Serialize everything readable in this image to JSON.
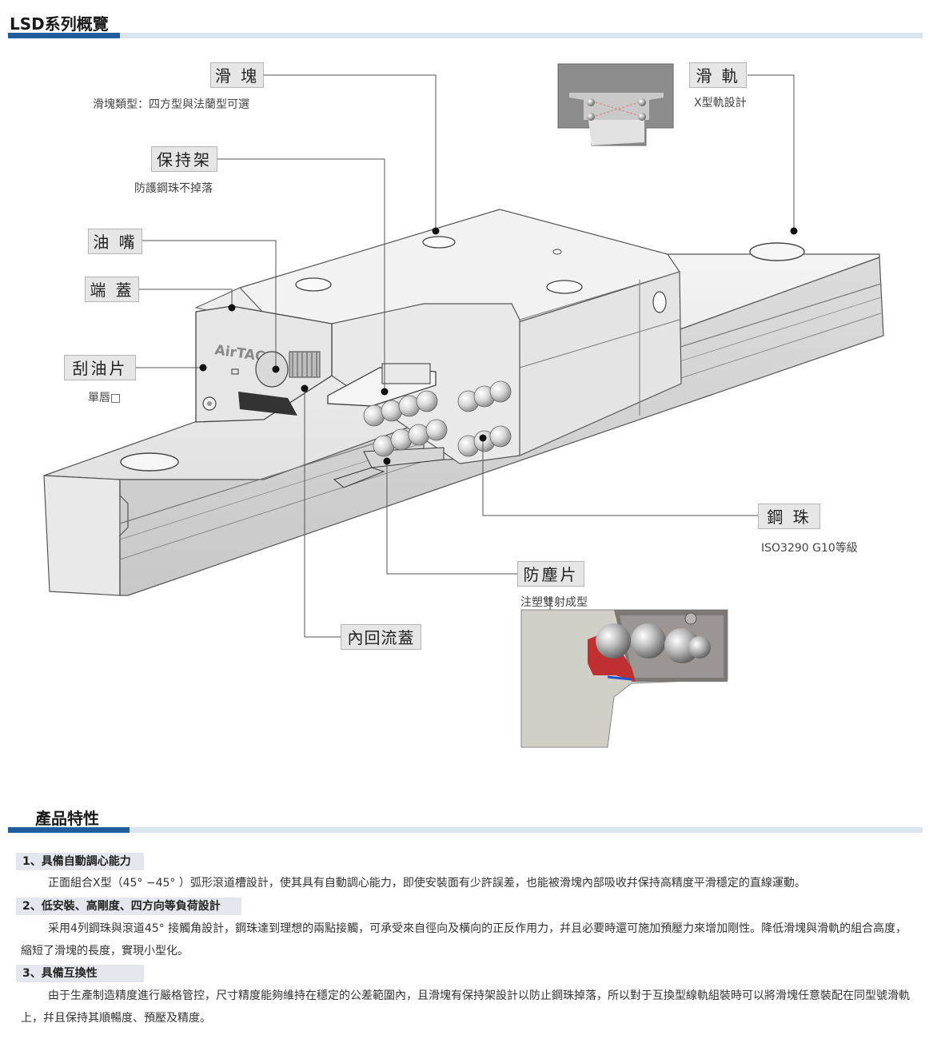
{
  "overview": {
    "title": "LSD系列概覽"
  },
  "diagram": {
    "brand_logo": "AirTAC",
    "callouts": {
      "slider": {
        "label": "滑 塊",
        "desc": "滑塊類型：四方型與法蘭型可選"
      },
      "rail": {
        "label": "滑 軌",
        "desc": "X型軌設計"
      },
      "retainer": {
        "label": "保持架",
        "desc": "防護鋼珠不掉落"
      },
      "grease_nipple": {
        "label": "油 嘴"
      },
      "end_cap": {
        "label": "端 蓋"
      },
      "scraper": {
        "label": "刮油片",
        "desc": "單唇□"
      },
      "steel_ball": {
        "label": "鋼 珠",
        "desc": "ISO3290 G10等級"
      },
      "dust_plate": {
        "label": "防塵片",
        "desc": "注塑雙射成型"
      },
      "inner_cover": {
        "label": "內回流蓋"
      }
    }
  },
  "features": {
    "title": "產品特性",
    "items": [
      {
        "heading": "1、具備自動調心能力",
        "text": "正面組合X型（45° −45° ）弧形滾道槽設計，使其具有自動調心能力，即使安裝面有少許誤差，也能被滑塊內部吸收幷保持高精度平滑穩定的直線運動。"
      },
      {
        "heading": "2、低安裝、高剛度、四方向等負荷設計",
        "text": "采用4列鋼珠與滾道45° 接觸角設計，鋼珠達到理想的兩點接觸，可承受來自徑向及橫向的正反作用力，幷且必要時還可施加預壓力來增加剛性。降低滑塊與滑軌的組合高度，縮短了滑塊的長度，實現小型化。"
      },
      {
        "heading": "3、具備互換性",
        "text": "由于生產制造精度進行嚴格管控，尺寸精度能夠維持在穩定的公差範圍內，且滑塊有保持架設計以防止鋼珠掉落，所以對于互換型線軌組裝時可以將滑塊任意裝配在同型號滑軌上，幷且保持其順暢度、預壓及精度。"
      }
    ]
  },
  "colors": {
    "accent_blue": "#1f5d9e",
    "bar_light": "#d9e4ef",
    "label_bg": "#e6e6e6"
  }
}
